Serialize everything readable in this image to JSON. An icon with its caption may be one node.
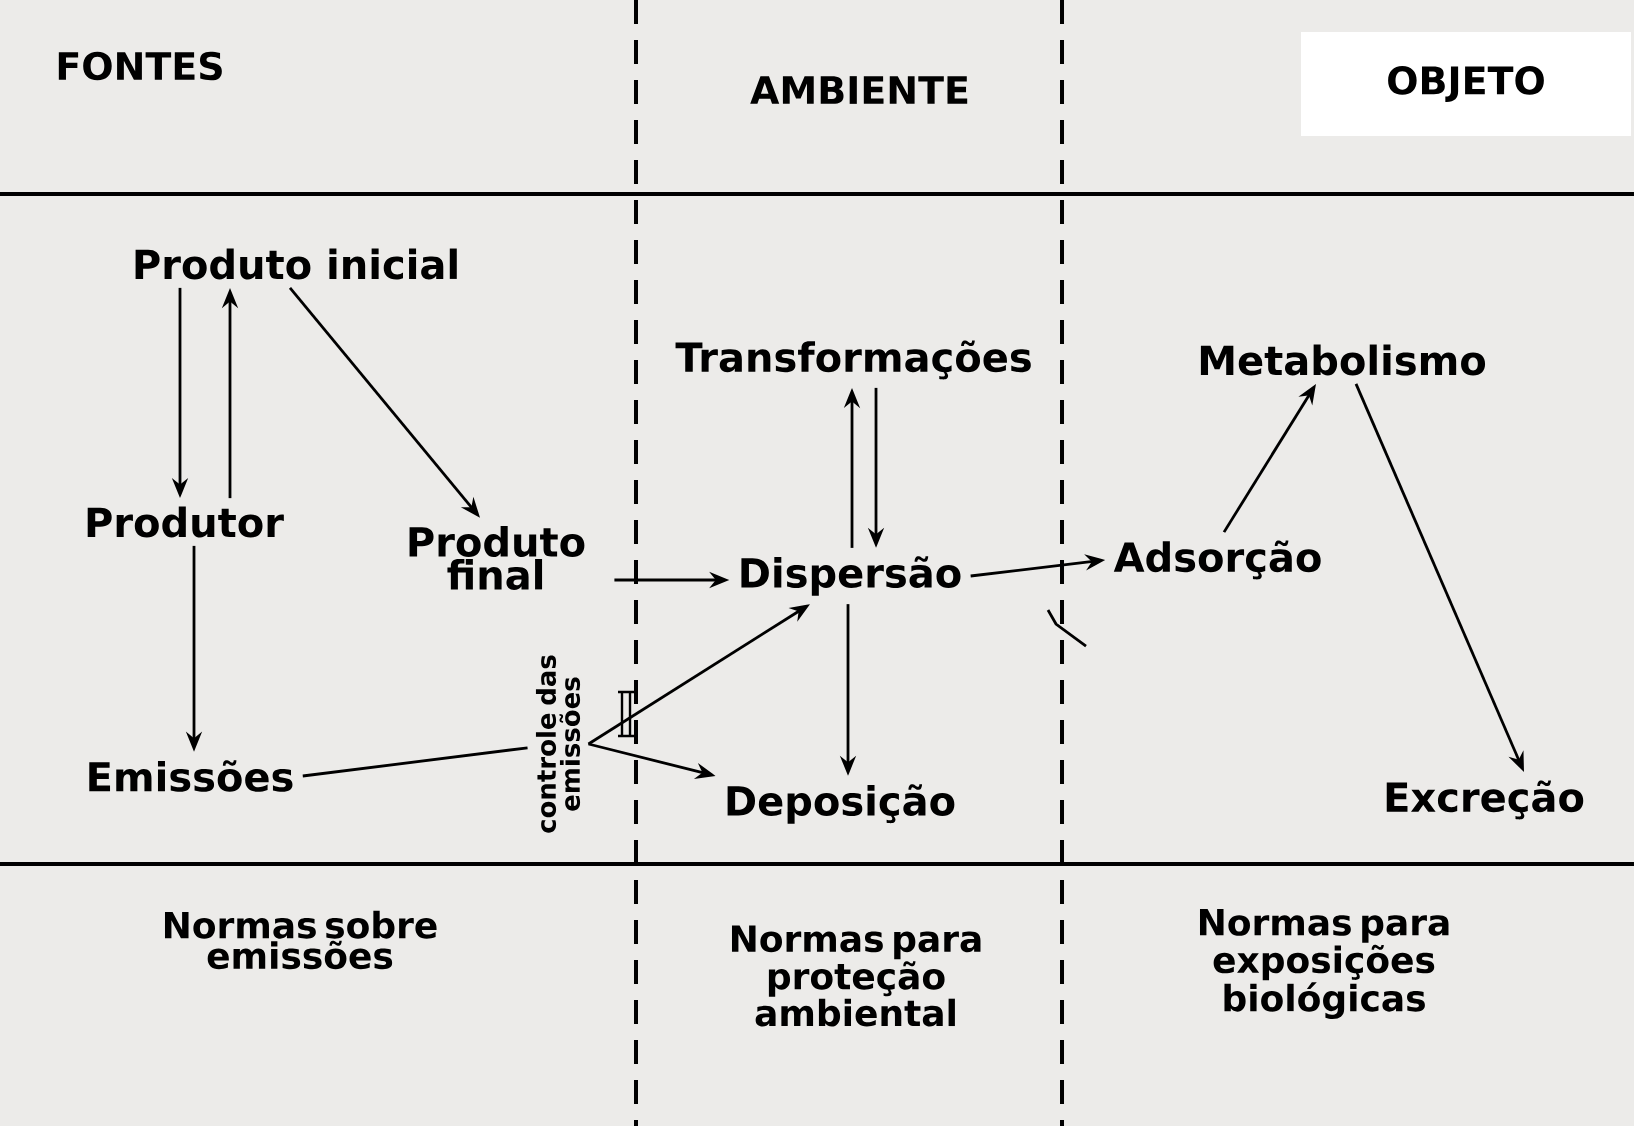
{
  "diagram": {
    "nodes": [
      {
        "text": [
          "Produto inicial"
        ]
      },
      {
        "text": [
          "Produtor"
        ]
      },
      {
        "text": [
          "Produto final"
        ]
      },
      {
        "text": [
          "Emissões"
        ]
      },
      {
        "text": [
          "controle das emissões"
        ]
      },
      {
        "text": [
          "Transformações"
        ]
      },
      {
        "text": [
          "Dispersão"
        ]
      },
      {
        "text": [
          "Deposição"
        ]
      },
      {
        "text": [
          "Adsorção"
        ]
      },
      {
        "text": [
          "Metabolismo"
        ]
      },
      {
        "text": [
          "Excreção"
        ]
      }
    ],
    "edges": [
      {
        "from": 0,
        "to": 1,
        "arrow": "to"
      },
      {
        "from": 1,
        "to": 0,
        "arrow": "to"
      },
      {
        "from": 0,
        "to": 2,
        "arrow": "to"
      },
      {
        "from": 1,
        "to": 3,
        "arrow": "to"
      },
      {
        "from": 2,
        "to": 6,
        "arrow": "to"
      },
      {
        "from": 3,
        "to": 4,
        "arrow": "none"
      },
      {
        "from": 4,
        "to": 6,
        "arrow": "to"
      },
      {
        "from": 4,
        "to": 7,
        "arrow": "to"
      },
      {
        "from": 6,
        "to": 5,
        "arrow": "to"
      },
      {
        "from": 5,
        "to": 6,
        "arrow": "to"
      },
      {
        "from": 6,
        "to": 7,
        "arrow": "to"
      },
      {
        "from": 6,
        "to": 8,
        "arrow": "to"
      },
      {
        "from": 8,
        "to": 9,
        "arrow": "to"
      },
      {
        "from": 9,
        "to": 10,
        "arrow": "to"
      }
    ],
    "labels": [
      "FONTES",
      "AMBIENTE",
      "OBJETO",
      "Normas sobre emissões",
      "Normas para proteção ambiental",
      "Normas para exposições biológicas"
    ]
  }
}
